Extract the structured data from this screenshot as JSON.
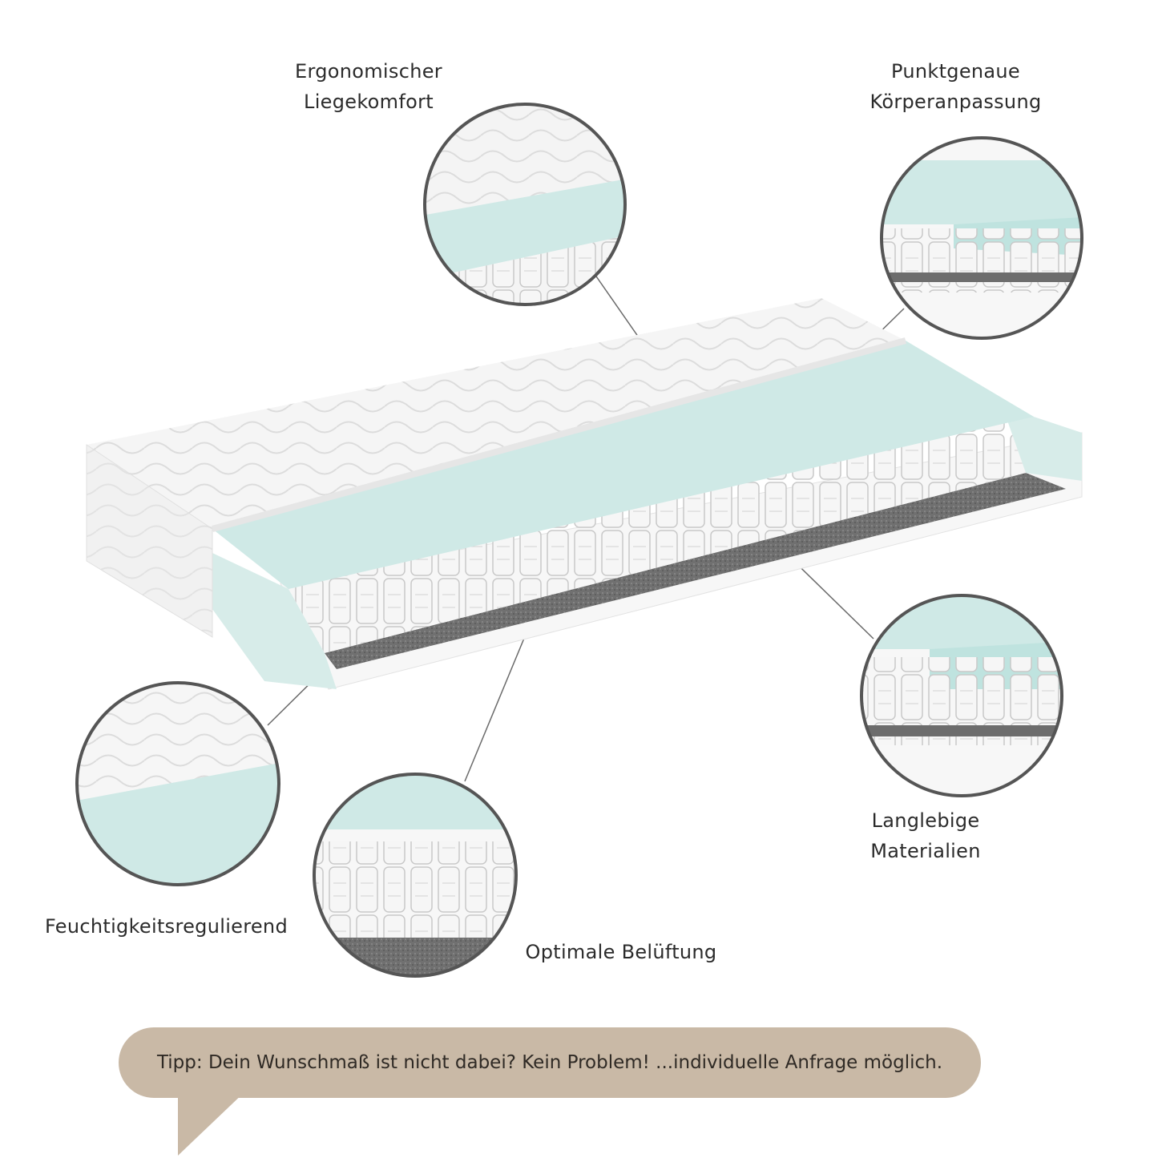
{
  "labels": {
    "ergonomic": [
      "Ergonomischer",
      "Liegekomfort"
    ],
    "precise": [
      "Punktgenaue",
      "Körperanpassung"
    ],
    "durable": [
      "Langlebige",
      "Materialien"
    ],
    "moisture": "Feuchtigkeitsregulierend",
    "ventilation": "Optimale Belüftung"
  },
  "tip": "Tipp: Dein Wunschmaß ist nicht dabei? Kein Problem! ...individuelle Anfrage möglich.",
  "colors": {
    "foam": "#cfe9e6",
    "cover": "#f4f4f4",
    "springs": "#ececec",
    "felt": "#6d6d6d",
    "bubble": "#c9b9a6",
    "circle_border": "#555555"
  }
}
